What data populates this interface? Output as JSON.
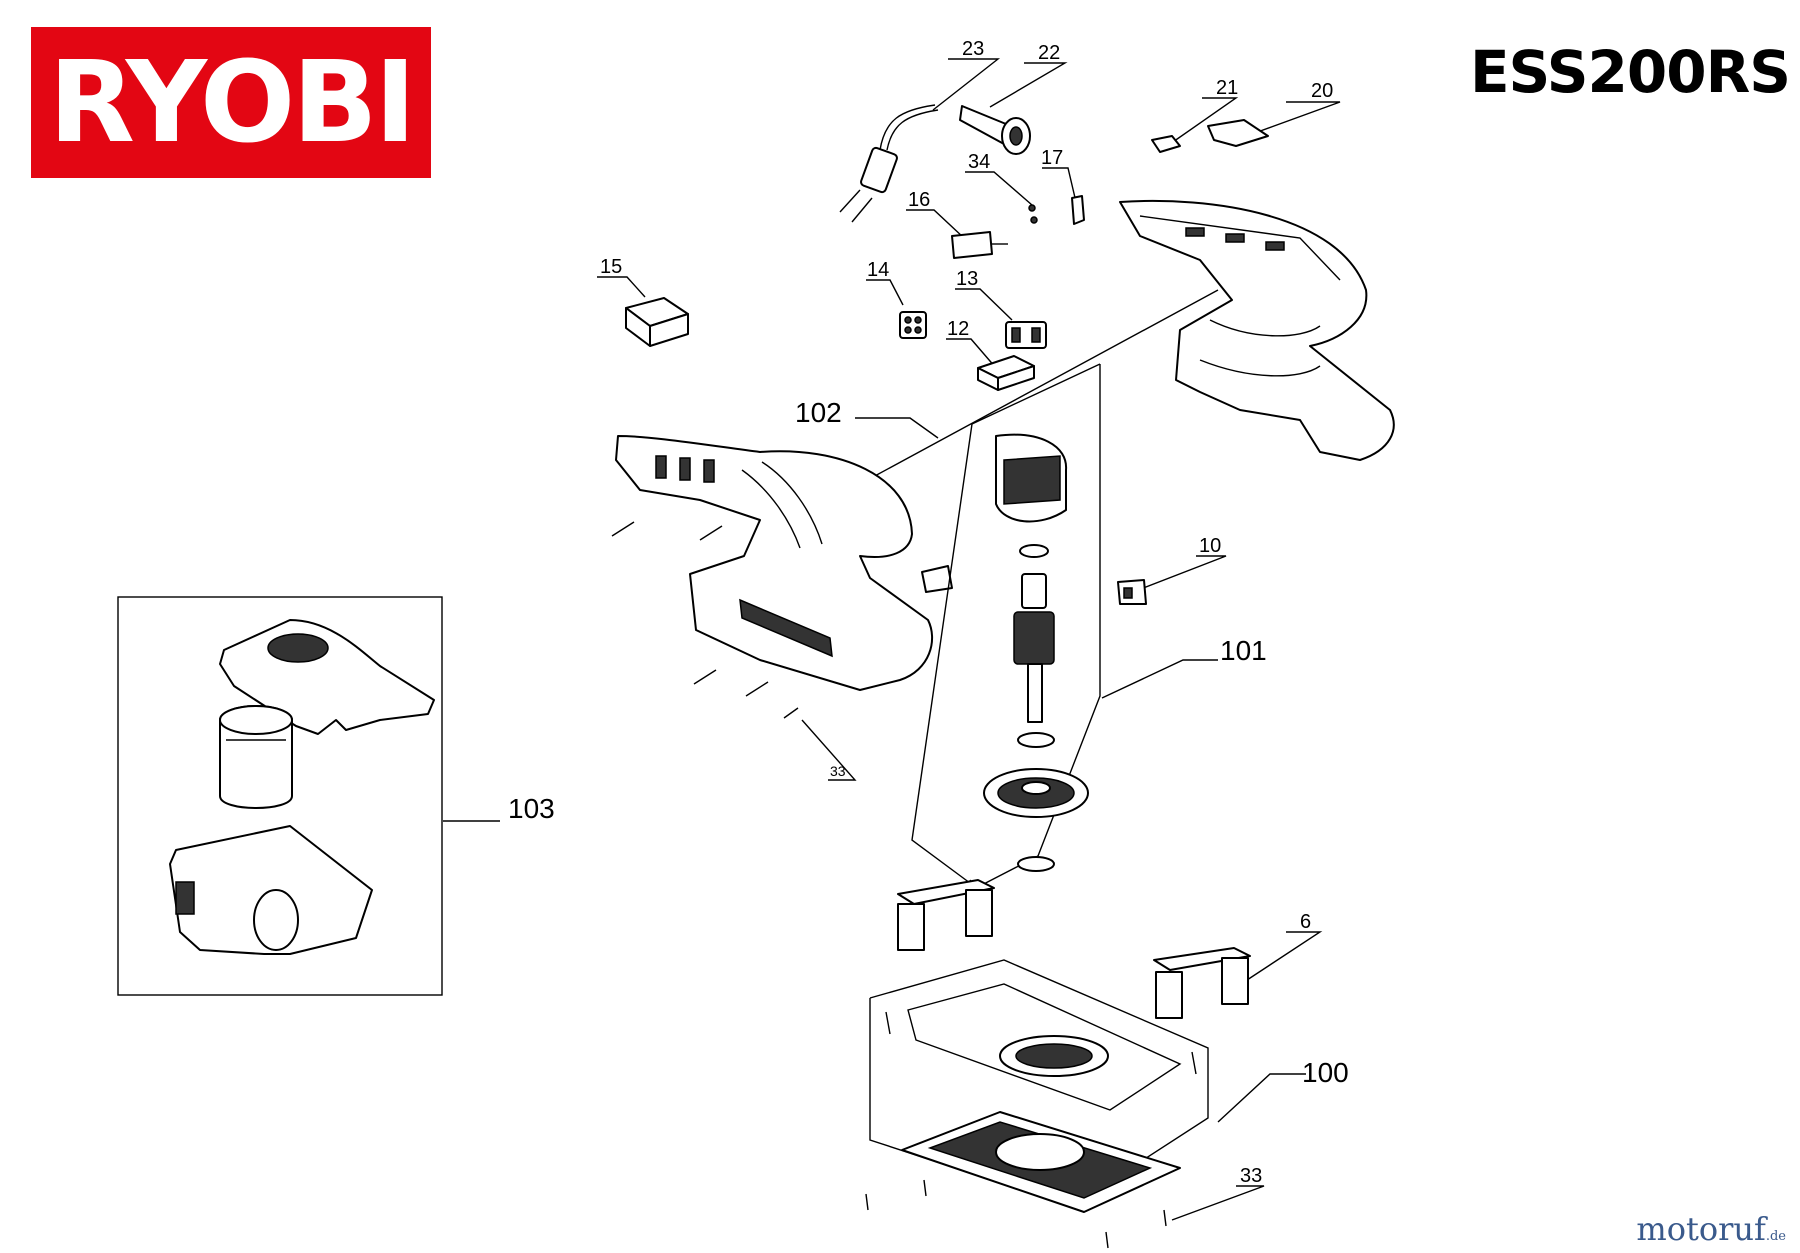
{
  "brand": {
    "logo_text": "RYOBI",
    "logo_color": "#e30613"
  },
  "model": "ESS200RS",
  "watermark": {
    "main": "motoruf",
    "suffix": ".de"
  },
  "callouts": {
    "p23": "23",
    "p22": "22",
    "p21": "21",
    "p20": "20",
    "p34": "34",
    "p17": "17",
    "p16": "16",
    "p15": "15",
    "p14": "14",
    "p13": "13",
    "p12": "12",
    "p102": "102",
    "p10": "10",
    "p101": "101",
    "p103": "103",
    "p33a": "33",
    "p6": "6",
    "p100": "100",
    "p33b": "33"
  }
}
